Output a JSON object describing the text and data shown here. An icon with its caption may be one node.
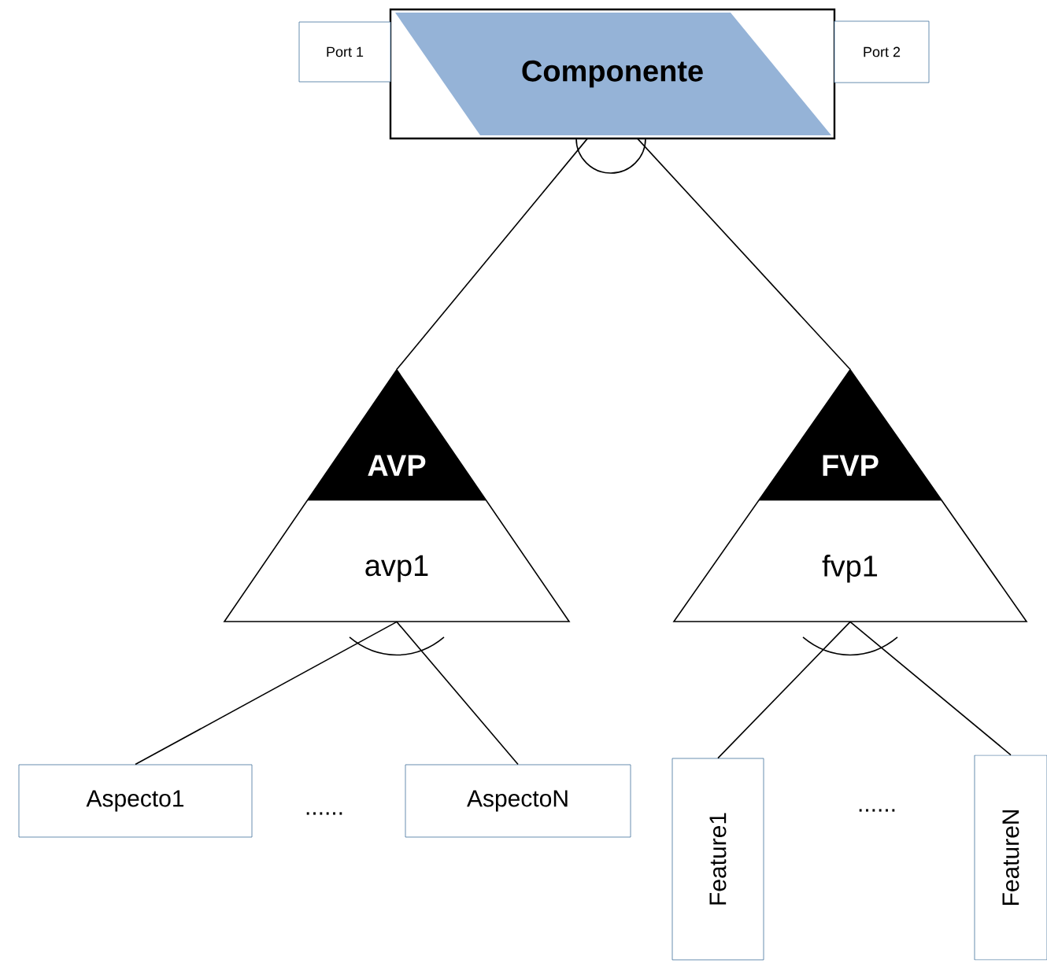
{
  "diagram": {
    "nodes": [
      {
        "text": [
          "Componente"
        ]
      },
      {
        "text": [
          "Port 1"
        ]
      },
      {
        "text": [
          "Port 2"
        ]
      },
      {
        "text": [
          "AVP",
          "avp1"
        ]
      },
      {
        "text": [
          "FVP",
          "fvp1"
        ]
      },
      {
        "text": [
          "Aspecto1"
        ]
      },
      {
        "text": [
          "AspectoN"
        ]
      },
      {
        "text": [
          "Feature1"
        ]
      },
      {
        "text": [
          "FeatureN"
        ]
      }
    ],
    "edges": [
      {
        "from": 0,
        "to": 3,
        "arrow": "none"
      },
      {
        "from": 0,
        "to": 4,
        "arrow": "none"
      },
      {
        "from": 3,
        "to": 5,
        "arrow": "none"
      },
      {
        "from": 3,
        "to": 6,
        "arrow": "none"
      },
      {
        "from": 4,
        "to": 7,
        "arrow": "none"
      },
      {
        "from": 4,
        "to": 8,
        "arrow": "none"
      }
    ],
    "labels": [
      "......",
      "......"
    ]
  }
}
